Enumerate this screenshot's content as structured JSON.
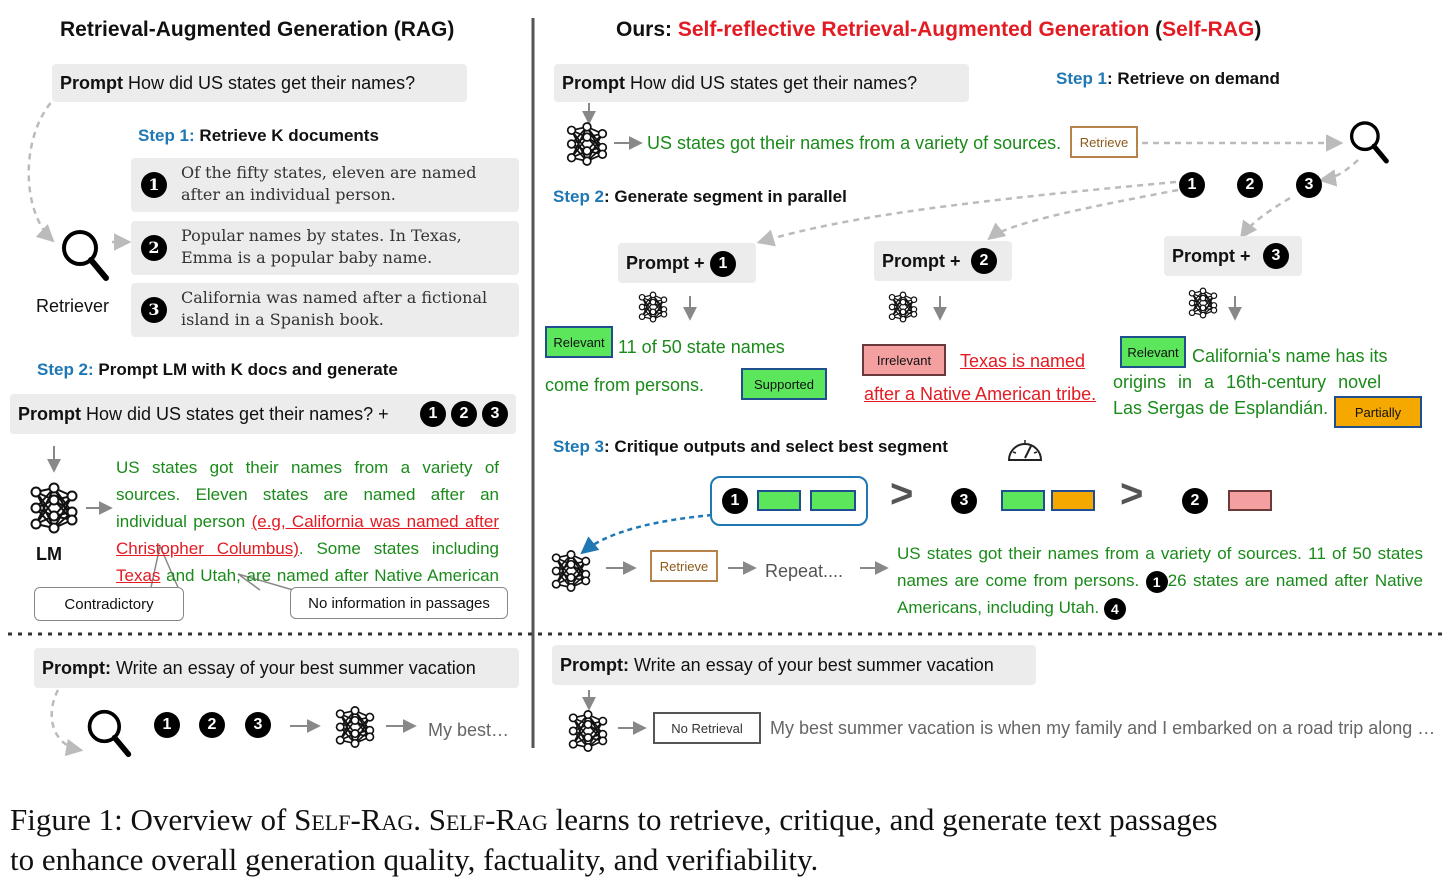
{
  "left": {
    "title": "Retrieval-Augmented Generation (RAG)",
    "prompt_label": "Prompt",
    "prompt_text": "How did US states get their names?",
    "step1_num": "Step 1:",
    "step1_text": "Retrieve K documents",
    "docs": [
      {
        "num": "1",
        "line1": "Of the fifty states, eleven are named",
        "line2": "after an individual person."
      },
      {
        "num": "2",
        "line1": "Popular names by states. In Texas,",
        "line2": "Emma is a popular baby name."
      },
      {
        "num": "3",
        "line1": "California was named after a fictional",
        "line2": "island in a Spanish book."
      }
    ],
    "retriever_label": "Retriever",
    "step2_num": "Step 2:",
    "step2_text": "Prompt LM with K docs and generate",
    "prompt2_text": "How did US states get their names? +",
    "lm_label": "LM",
    "output_part1": "US states got their names from a variety of sources. Eleven states are named after an individual person ",
    "output_red1": "(e.g, California was named after Christopher Columbus)",
    "output_part2": ". Some states including ",
    "output_red2": "Texas",
    "output_part3": " and Utah, are named after Native American tribe.",
    "callout_contradictory": "Contradictory",
    "callout_noinfo": "No information in passages"
  },
  "right": {
    "title_ours": "Ours: ",
    "title_red": "Self-reflective Retrieval-Augmented Generation",
    "title_paren_open": " (",
    "title_short": "Self-RAG",
    "title_paren_close": ")",
    "prompt_label": "Prompt",
    "prompt_text": "How did US states get their names?",
    "step1_num": "Step 1",
    "step1_text": ": Retrieve on demand",
    "gen1_text": "US states got their names from a variety of sources.",
    "retrieve_tag": "Retrieve",
    "step2_num": "Step 2",
    "step2_text": ": Generate segment in parallel",
    "nums": [
      "1",
      "2",
      "3"
    ],
    "prompt_plus": "Prompt +",
    "seg1": {
      "tag": "Relevant",
      "line1": "11 of 50 state names",
      "line2": "come from persons.",
      "tag2": "Supported"
    },
    "seg2": {
      "tag": "Irrelevant",
      "line1": "Texas is named",
      "line2": "after a Native American tribe."
    },
    "seg3": {
      "tag": "Relevant",
      "line1": "California's name has its",
      "line2": "origins in a 16th-century novel",
      "line3": "Las Sergas de Esplandián.",
      "tag2": "Partially"
    },
    "step3_num": "Step 3",
    "step3_text": ": Critique outputs and select best segment",
    "gt_symbol": ">",
    "repeat_text": "Repeat....",
    "final_part1": "US states got their names from a variety of sources. 11 of 50 states names are come from persons.",
    "final_part2": "26 states are named after Native Americans, including Utah.",
    "final_cite1": "1",
    "final_cite2": "4"
  },
  "bottom": {
    "prompt_label": "Prompt:",
    "prompt_text": "Write an essay of your best summer vacation",
    "left_output": "My best…",
    "no_retrieval_tag": "No Retrieval",
    "right_output": "My best summer vacation is when my family and I embarked on a road trip along …"
  },
  "caption": {
    "prefix": "Figure 1: Overview of ",
    "name": "Self-Rag",
    "sep": ". ",
    "name2": "Self-Rag",
    "rest1": " learns to retrieve, critique, and generate text passages",
    "line2": "to enhance overall generation quality, factuality, and verifiability."
  },
  "colors": {
    "accent_blue": "#1f78b4",
    "title_red": "#e31b23",
    "output_green": "#1a8a1a",
    "relevant_green": "#5ce65c",
    "irrelevant_pink": "#f4a0a0",
    "partially_orange": "#f5a800",
    "retrieve_brown": "#b8834a"
  },
  "icons": [
    "magnifier-icon",
    "neural-network-icon",
    "gauge-icon",
    "arrow-icon"
  ]
}
